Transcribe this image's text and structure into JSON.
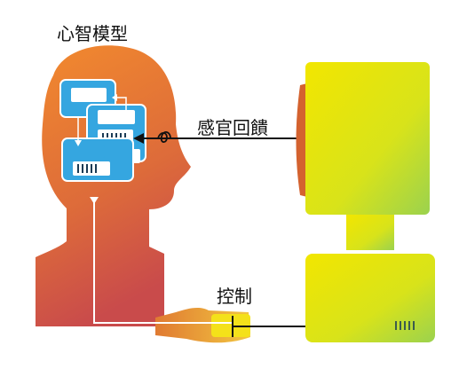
{
  "labels": {
    "title": "心智模型",
    "feedback": "感官回饋",
    "control": "控制"
  },
  "colors": {
    "head_warm": "#f28a2e",
    "head_deep": "#c94b4b",
    "screen_yellow": "#f2e600",
    "screen_green": "#9bd24e",
    "box_blue": "#35a6e0"
  }
}
